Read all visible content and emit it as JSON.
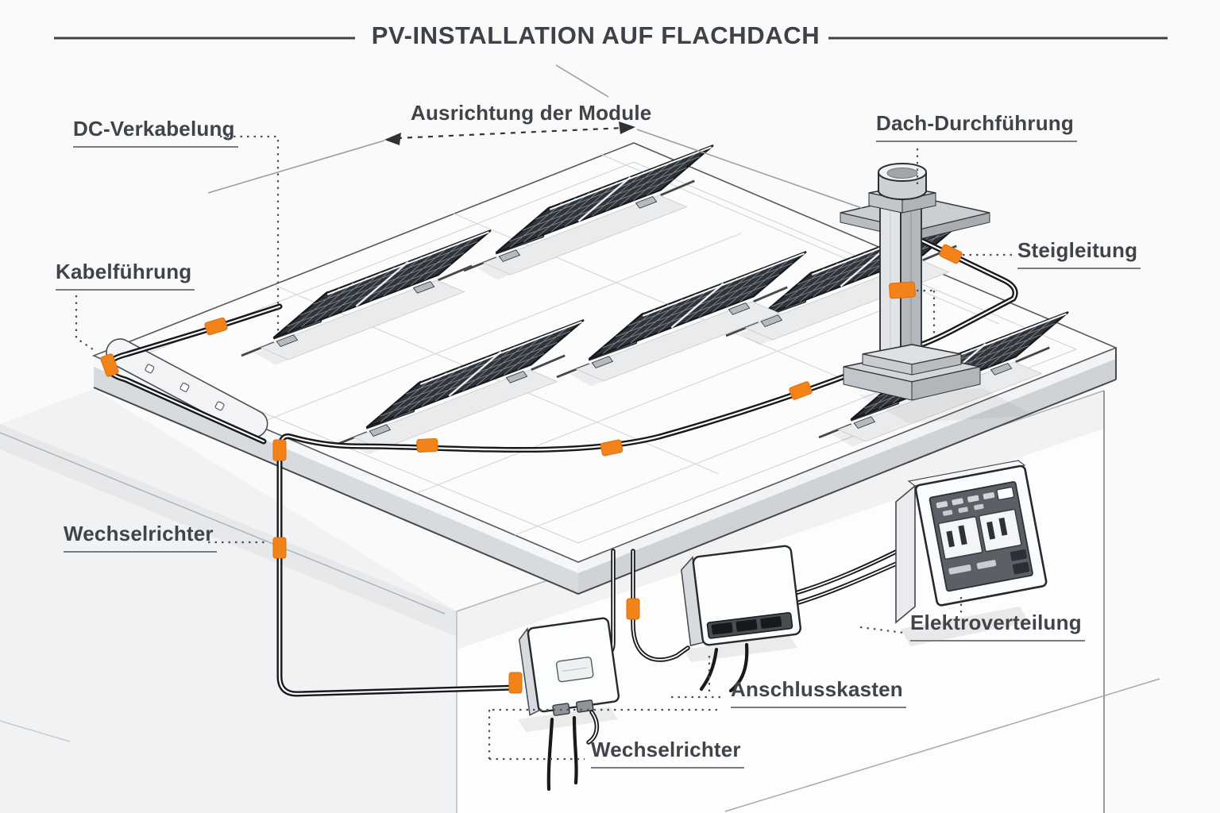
{
  "title": "PV-INSTALLATION AUF FLACHDACH",
  "labels": {
    "dc_cabling": "DC-Verkabelung",
    "module_orientation": "Ausrichtung der Module",
    "roof_penetration": "Dach-Durchführung",
    "riser_line": "Steigleitung",
    "cable_routing": "Kabelführung",
    "inverter_side": "Wechselrichter",
    "power_distribution": "Elektroverteilung",
    "junction_box": "Anschlusskasten",
    "inverter_bottom": "Wechselrichter"
  },
  "colors": {
    "accent_orange": "#F28318",
    "ink": "#2B2F33",
    "label_text": "#3F444A",
    "panel_dark": "#30353B",
    "background": "#FAFAFA"
  },
  "scene": {
    "panel_units": 6,
    "modules_per_unit": 2
  }
}
